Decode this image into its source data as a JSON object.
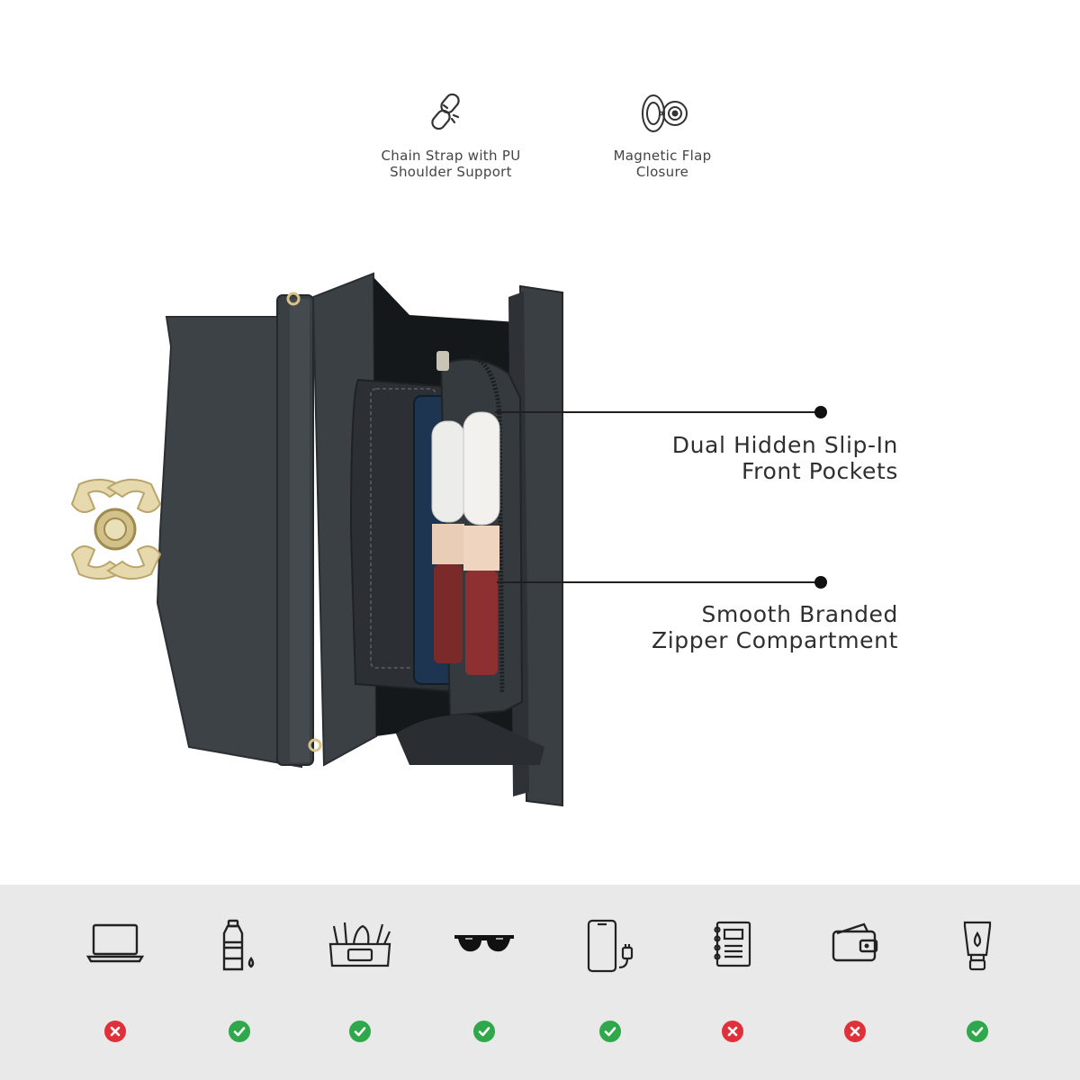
{
  "features": [
    {
      "id": "chain",
      "icon": "chain-link-icon",
      "label_line1": "Chain Strap with PU",
      "label_line2": "Shoulder Support"
    },
    {
      "id": "magnet",
      "icon": "magnetic-closure-icon",
      "label_line1": "Magnetic Flap",
      "label_line2": "Closure"
    }
  ],
  "callouts": [
    {
      "line1": "Dual Hidden Slip-In",
      "line2": "Front Pockets"
    },
    {
      "line1": "Smooth Branded",
      "line2": "Zipper Compartment"
    }
  ],
  "fits": [
    {
      "icon": "laptop-icon",
      "fits": false
    },
    {
      "icon": "water-bottle-icon",
      "fits": true
    },
    {
      "icon": "makeup-kit-icon",
      "fits": true
    },
    {
      "icon": "sunglasses-icon",
      "fits": true
    },
    {
      "icon": "phone-charger-icon",
      "fits": true
    },
    {
      "icon": "notebook-icon",
      "fits": false
    },
    {
      "icon": "wallet-icon",
      "fits": false
    },
    {
      "icon": "lotion-tube-icon",
      "fits": true
    }
  ],
  "colors": {
    "check": "#2ea84a",
    "cross": "#e0303a",
    "band": "#e8e9e8",
    "bag": "#3b4044",
    "hardware": "#d8c38a"
  }
}
